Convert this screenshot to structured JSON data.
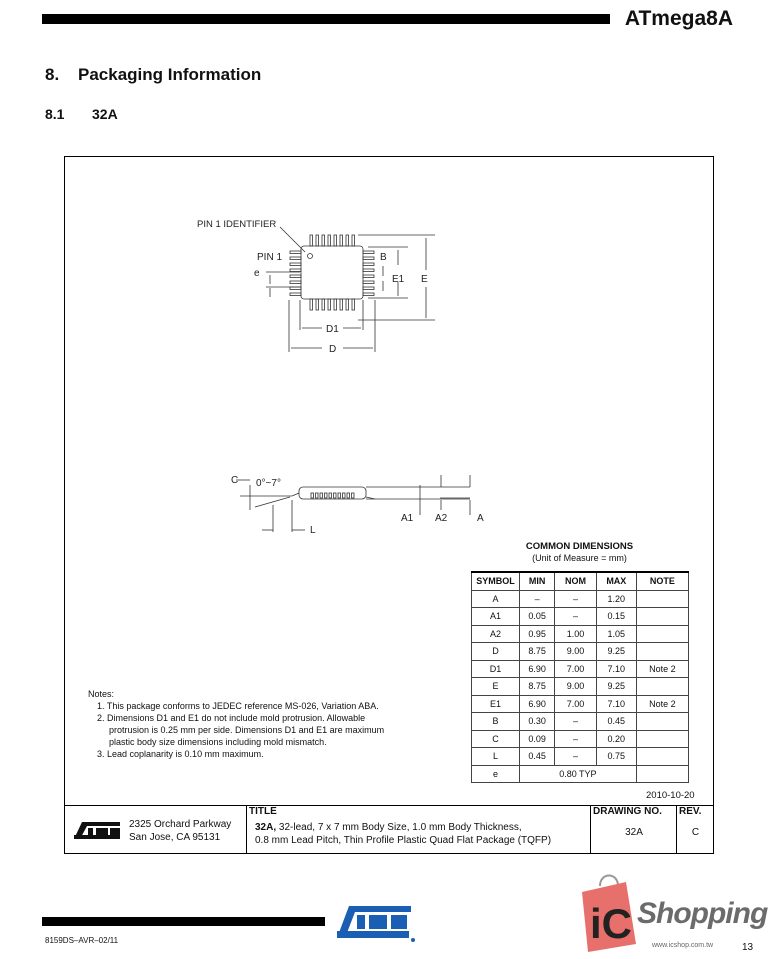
{
  "header": {
    "doc_title": "ATmega8A"
  },
  "section": {
    "number": "8.",
    "title": "Packaging Information"
  },
  "subsection": {
    "number": "8.1",
    "title": "32A"
  },
  "drawing": {
    "top_view": {
      "pin1_identifier": "PIN 1 IDENTIFIER",
      "pin1": "PIN 1",
      "e": "e",
      "B": "B",
      "E1": "E1",
      "E": "E",
      "D1": "D1",
      "D": "D"
    },
    "side_view": {
      "C": "C",
      "angle": "0°~7°",
      "L": "L",
      "A1": "A1",
      "A2": "A2",
      "A": "A"
    }
  },
  "common_dimensions": {
    "title": "COMMON DIMENSIONS",
    "subtitle": "(Unit of Measure = mm)",
    "headers": [
      "SYMBOL",
      "MIN",
      "NOM",
      "MAX",
      "NOTE"
    ],
    "rows": [
      [
        "A",
        "–",
        "–",
        "1.20",
        ""
      ],
      [
        "A1",
        "0.05",
        "–",
        "0.15",
        ""
      ],
      [
        "A2",
        "0.95",
        "1.00",
        "1.05",
        ""
      ],
      [
        "D",
        "8.75",
        "9.00",
        "9.25",
        ""
      ],
      [
        "D1",
        "6.90",
        "7.00",
        "7.10",
        "Note 2"
      ],
      [
        "E",
        "8.75",
        "9.00",
        "9.25",
        ""
      ],
      [
        "E1",
        "6.90",
        "7.00",
        "7.10",
        "Note 2"
      ],
      [
        "B",
        "0.30",
        "–",
        "0.45",
        ""
      ],
      [
        "C",
        "0.09",
        "–",
        "0.20",
        ""
      ],
      [
        "L",
        "0.45",
        "–",
        "0.75",
        ""
      ]
    ],
    "last_row": {
      "symbol": "e",
      "value": "0.80 TYP"
    }
  },
  "notes": {
    "heading": "Notes:",
    "n1": "1. This package conforms to JEDEC reference MS-026, Variation ABA.",
    "n2a": "2. Dimensions D1 and E1 do not include mold protrusion.  Allowable",
    "n2b": "protrusion is 0.25 mm per side. Dimensions D1 and E1 are maximum",
    "n2c": "plastic body size dimensions including mold mismatch.",
    "n3": "3. Lead coplanarity is 0.10 mm maximum."
  },
  "date": "2010-10-20",
  "title_block": {
    "logo": "ATMEL",
    "address1": "2325 Orchard Parkway",
    "address2": "San Jose, CA  95131",
    "title_label": "TITLE",
    "title_bold": "32A,",
    "title_line1": " 32-lead, 7 x 7 mm Body Size, 1.0 mm Body Thickness,",
    "title_line2": "0.8 mm Lead Pitch, Thin Profile Plastic Quad Flat Package (TQFP)",
    "drawing_no_label": "DRAWING NO.",
    "drawing_no": "32A",
    "rev_label": "REV.",
    "rev": "C"
  },
  "footer": {
    "doc_code": "8159DS–AVR–02/11",
    "page": "13",
    "logo": "ATMEL"
  },
  "watermark": {
    "brand": "Shopping",
    "url": "www.icshop.com.tw"
  },
  "colors": {
    "atmel_blue": "#1a5fb4",
    "ics_red": "#e8706c"
  }
}
